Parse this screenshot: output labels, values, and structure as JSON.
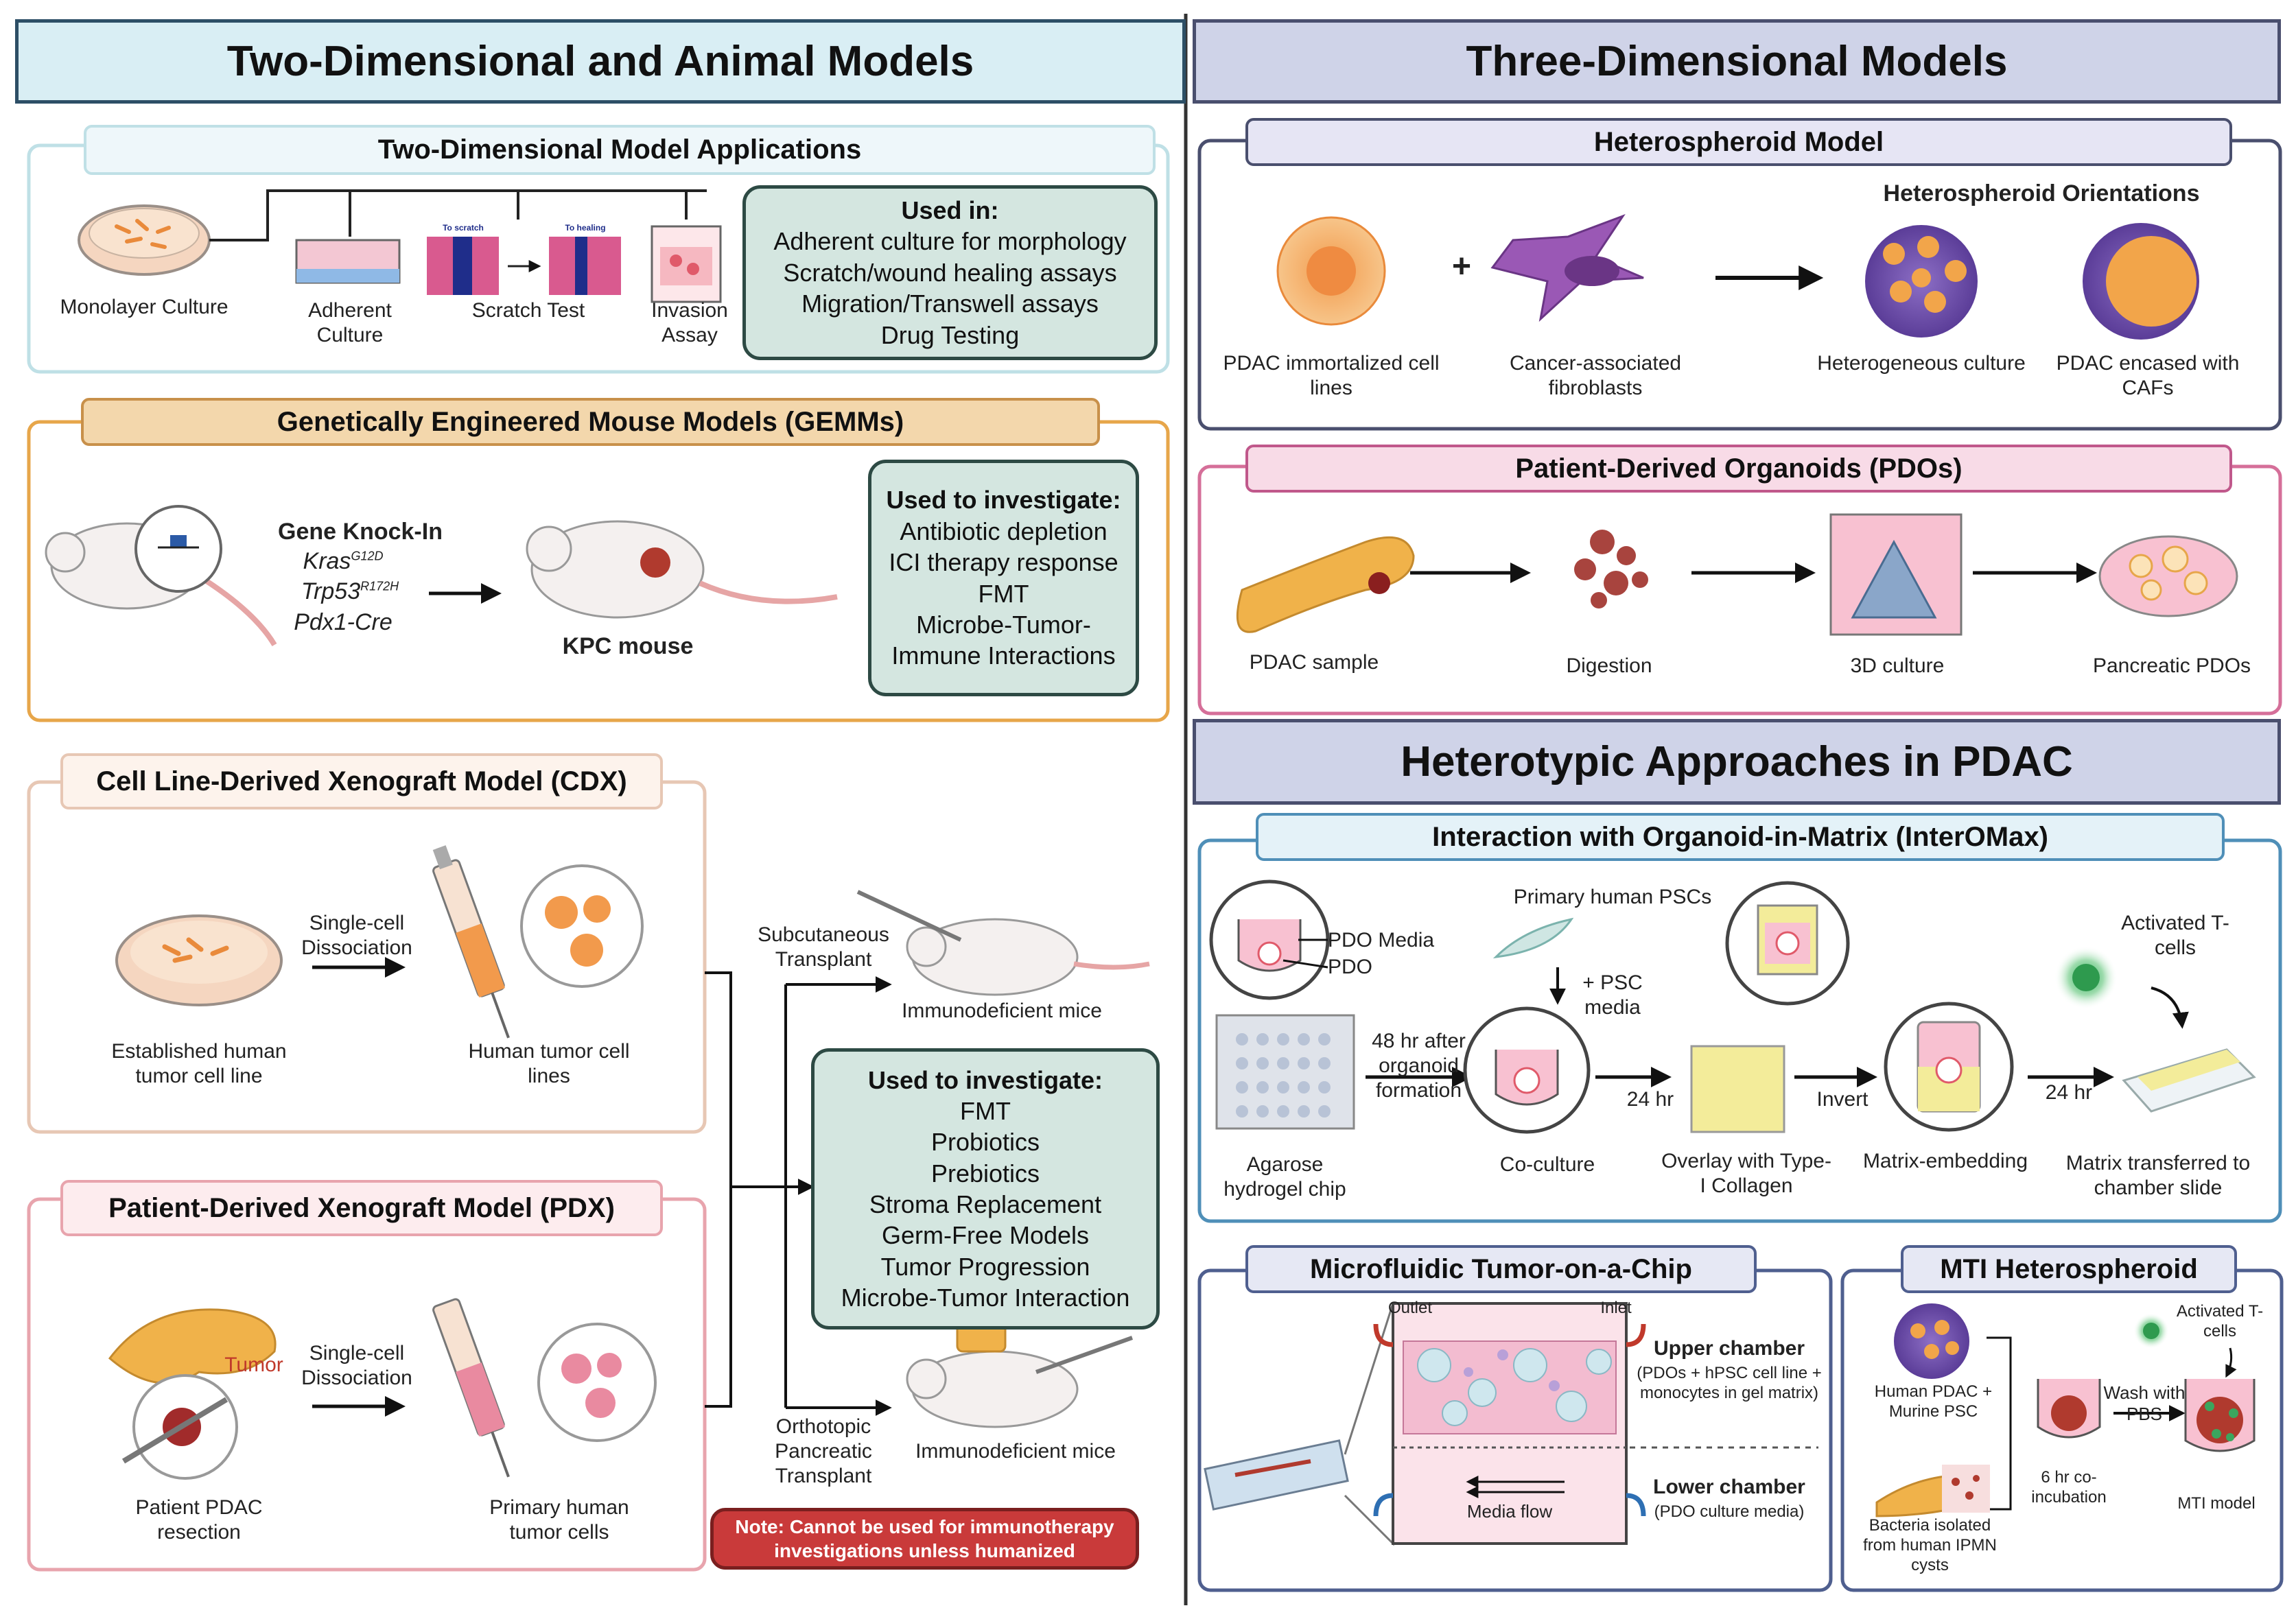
{
  "headers": {
    "left_main": "Two-Dimensional and Animal Models",
    "right_main": "Three-Dimensional Models",
    "heterotypic": "Heterotypic Approaches in PDAC"
  },
  "two_d": {
    "title": "Two-Dimensional Model Applications",
    "monolayer": "Monolayer Culture",
    "adherent": "Adherent Culture",
    "scratch": "Scratch Test",
    "scratch_tag1": "To scratch",
    "scratch_tag2": "To healing",
    "invasion": "Invasion Assay",
    "used_title": "Used in:",
    "used_items": [
      "Adherent culture for morphology",
      "Scratch/wound healing assays",
      "Migration/Transwell assays",
      "Drug Testing"
    ]
  },
  "gemm": {
    "title": "Genetically Engineered Mouse Models (GEMMs)",
    "knockin": "Gene Knock-In",
    "kras": "Kras",
    "kras_sup": "G12D",
    "trp53": "Trp53",
    "trp53_sup": "R172H",
    "pdx1": "Pdx1-Cre",
    "kpc": "KPC mouse",
    "used_title": "Used to investigate:",
    "used_items": [
      "Antibiotic depletion",
      "ICI therapy response",
      "FMT",
      "Microbe-Tumor-",
      "Immune Interactions"
    ]
  },
  "cdx": {
    "title": "Cell Line-Derived Xenograft Model (CDX)",
    "dissociation": "Single-cell Dissociation",
    "source": "Established human tumor cell line",
    "cells": "Human tumor cell lines"
  },
  "pdx": {
    "title": "Patient-Derived Xenograft Model (PDX)",
    "tumor": "Tumor",
    "dissociation": "Single-cell Dissociation",
    "source": "Patient PDAC resection",
    "cells": "Primary human tumor cells"
  },
  "xeno": {
    "subcut": "Subcutaneous Transplant",
    "immuno1": "Immunodeficient mice",
    "ortho": "Orthotopic Pancreatic Transplant",
    "immuno2": "Immunodeficient mice",
    "used_title": "Used to investigate:",
    "used_items": [
      "FMT",
      "Probiotics",
      "Prebiotics",
      "Stroma Replacement",
      "Germ-Free Models",
      "Tumor Progression",
      "Microbe-Tumor Interaction"
    ],
    "note": "Note: Cannot be used for immunotherapy investigations unless humanized"
  },
  "hetero": {
    "title": "Heterospheroid Model",
    "orient_title": "Heterospheroid Orientations",
    "plus": "+",
    "pdac_lines": "PDAC immortalized cell lines",
    "caf": "Cancer-associated fibroblasts",
    "hetero_culture": "Heterogeneous culture",
    "encased": "PDAC encased with CAFs"
  },
  "pdo": {
    "title": "Patient-Derived Organoids (PDOs)",
    "sample": "PDAC sample",
    "digestion": "Digestion",
    "culture3d": "3D culture",
    "pancreatic": "Pancreatic PDOs"
  },
  "interomax": {
    "title": "Interaction with Organoid-in-Matrix (InterOMax)",
    "pdo_media": "PDO Media",
    "pdo": "PDO",
    "chip": "Agarose hydrogel chip",
    "formation": "48 hr after organoid formation",
    "pscs": "Primary human PSCs",
    "psc_media": "+ PSC media",
    "coculture": "Co-culture",
    "hr24a": "24 hr",
    "overlay": "Overlay with Type-I Collagen",
    "invert": "Invert",
    "matrix": "Matrix-embedding",
    "hr24b": "24 hr",
    "tcells": "Activated T-cells",
    "transfer": "Matrix transferred to chamber slide"
  },
  "microfluidic": {
    "title": "Microfluidic Tumor-on-a-Chip",
    "outlet": "Outlet",
    "inlet": "Inlet",
    "upper_title": "Upper chamber",
    "upper_desc": "(PDOs + hPSC cell line + monocytes in gel matrix)",
    "lower_title": "Lower chamber",
    "lower_desc": "(PDO culture media)",
    "flow": "Media flow"
  },
  "mti": {
    "title": "MTI Heterospheroid",
    "human": "Human PDAC + Murine PSC",
    "tcells": "Activated T-cells",
    "wash": "Wash with PBS",
    "bacteria": "Bacteria isolated from human IPMN cysts",
    "incubation": "6 hr co-incubation",
    "model": "MTI model"
  },
  "colors": {
    "header_blue": "#d9eef4",
    "header_lavender": "#cfd3e8",
    "teal_box": "#d4e6e0",
    "orange_border": "#e7a64a",
    "pink_border": "#e8a4ad",
    "red_note": "#c93a3a"
  }
}
